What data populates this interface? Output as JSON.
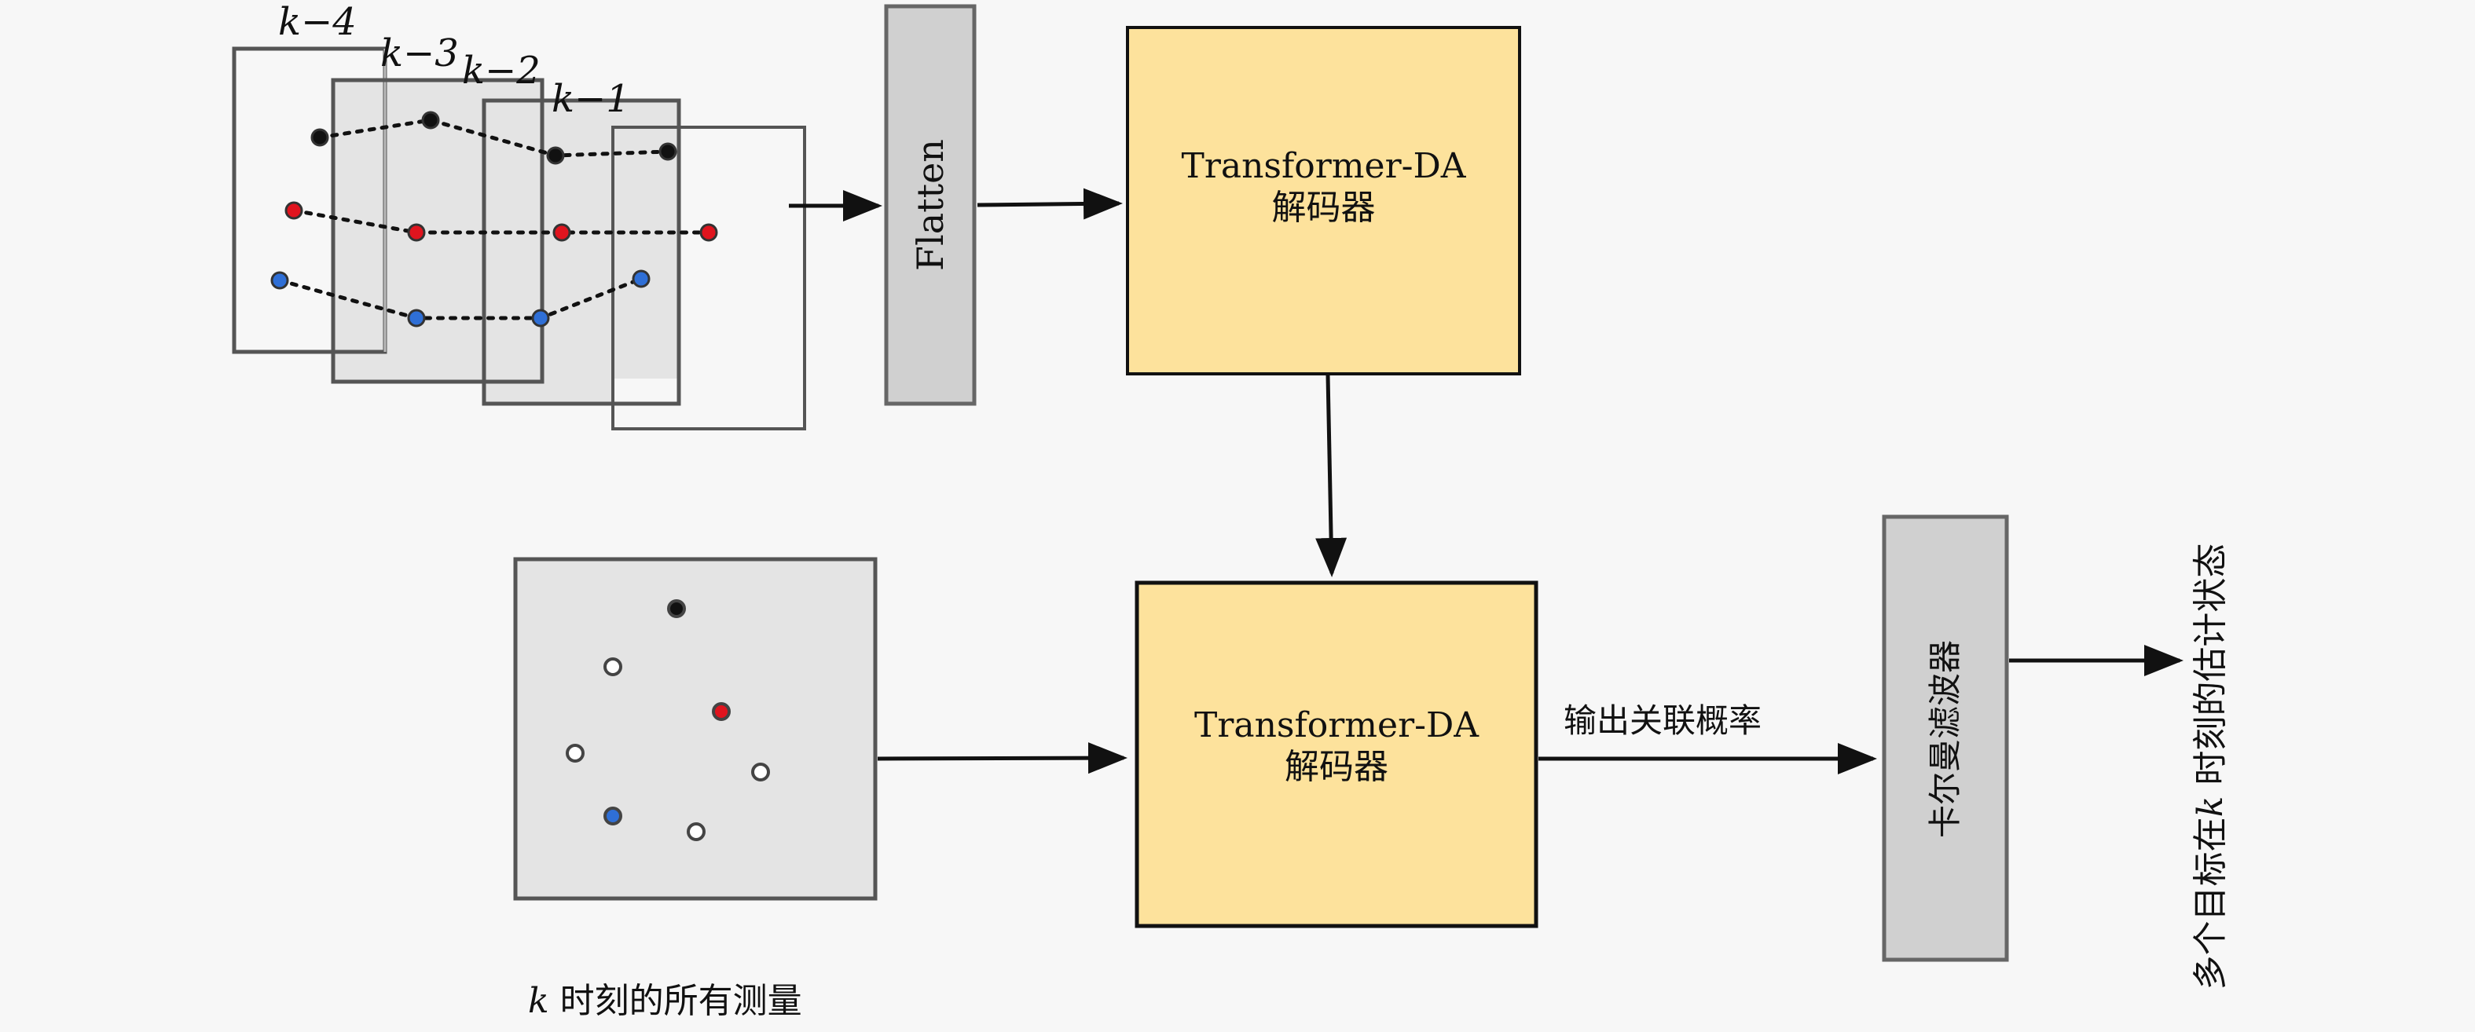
{
  "history_frames": {
    "labels": [
      "k−4",
      "k−3",
      "k−2",
      "k−1"
    ]
  },
  "flatten_block": {
    "label": "Flatten"
  },
  "decoder_top": {
    "line1": "Transformer-DA",
    "line2": "解码器"
  },
  "decoder_bottom": {
    "line1": "Transformer-DA",
    "line2": "解码器"
  },
  "measurements": {
    "caption_var": "k",
    "caption_text": " 时刻的所有测量"
  },
  "edge_labels": {
    "assoc_prob": "输出关联概率"
  },
  "kalman_block": {
    "label": "卡尔曼滤波器"
  },
  "output_label": {
    "prefix": "多个目标在",
    "var": "k",
    "suffix": " 时刻的估计状态"
  },
  "colors": {
    "background": "#f7f7f7",
    "decoder_fill": "#fde29c",
    "decoder_border": "#111111",
    "gray_block_fill": "#d0d0d0",
    "gray_block_border": "#666666",
    "frame_fill": "#e4e4e4",
    "frame_border": "#555555",
    "track_black": "#111111",
    "track_red": "#e0141e",
    "track_blue": "#2f6fd6",
    "clutter_fill": "#ffffff"
  }
}
